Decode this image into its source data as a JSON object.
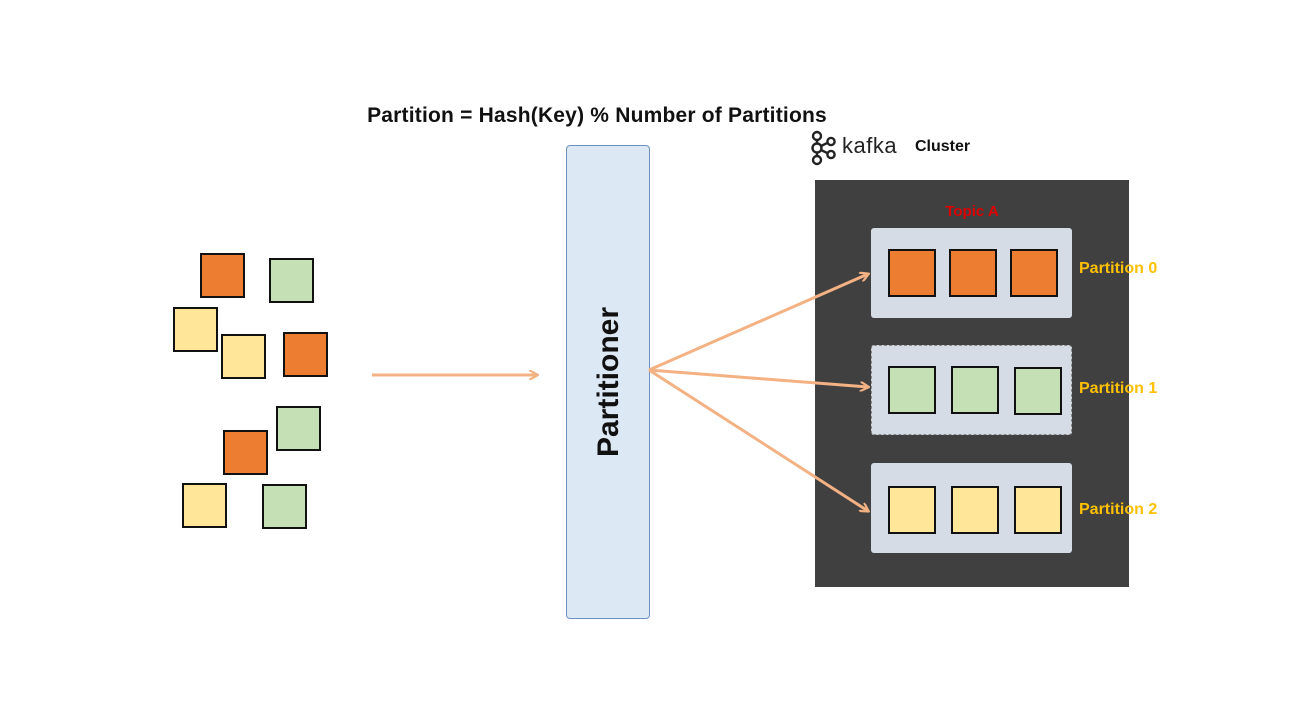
{
  "title": "Partition = Hash(Key) % Number of Partitions",
  "partitioner_label": "Partitioner",
  "kafka": {
    "logo_text": "kafka",
    "cluster_label": "Cluster"
  },
  "topic": "Topic A",
  "partitions": [
    {
      "label": "Partition 0",
      "color": "#ed7d31"
    },
    {
      "label": "Partition 1",
      "color": "#c5e0b4"
    },
    {
      "label": "Partition 2",
      "color": "#ffe699"
    }
  ],
  "colors": {
    "orange": "#ed7d31",
    "green": "#c5e0b4",
    "yellow": "#ffe699",
    "arrow": "#f4b183",
    "cluster_bg": "#404040",
    "partition_bg": "#d6dce5",
    "partitioner_bg": "#dde8f5",
    "topic_text": "#e00000",
    "partition_text": "#ffc000"
  },
  "icons": [
    "kafka-logo-icon"
  ]
}
